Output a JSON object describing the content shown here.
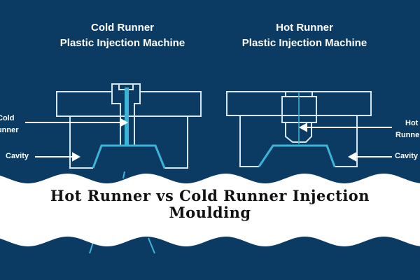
{
  "left_diagram": {
    "title_line1": "Cold Runner",
    "title_line2": "Plastic Injection Machine",
    "runner_label_line1": "Cold",
    "runner_label_line2": "Runner",
    "cavity_label": "Cavity"
  },
  "right_diagram": {
    "title_line1": "Hot Runner",
    "title_line2": "Plastic Injection Machine",
    "runner_label_line1": "Hot",
    "runner_label_line2": "Runner",
    "cavity_label": "Cavity"
  },
  "banner": {
    "line1": "Hot Runner vs Cold Runner Injection",
    "line2": "Moulding"
  },
  "colors": {
    "background": "#0b3a62",
    "outline": "#d6e6f2",
    "accent": "#3cb4d8",
    "banner": "#ffffff"
  }
}
